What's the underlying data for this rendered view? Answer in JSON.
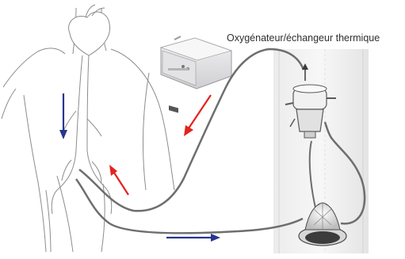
{
  "diagram": {
    "label_oxygenator": "Oxygénateur/échangeur thermique",
    "colors": {
      "arterial_arrow": "#e3231f",
      "venous_arrow": "#27368f",
      "tubing": "#6e6e6e",
      "outline": "#8c8c8c",
      "machine_body": "#e8e8ea",
      "cart_background": "#f2f2f2"
    },
    "icons": [
      "body-outline",
      "heart",
      "heater-cooler-unit",
      "oxygenator",
      "centrifugal-pump",
      "flow-arrow"
    ]
  }
}
